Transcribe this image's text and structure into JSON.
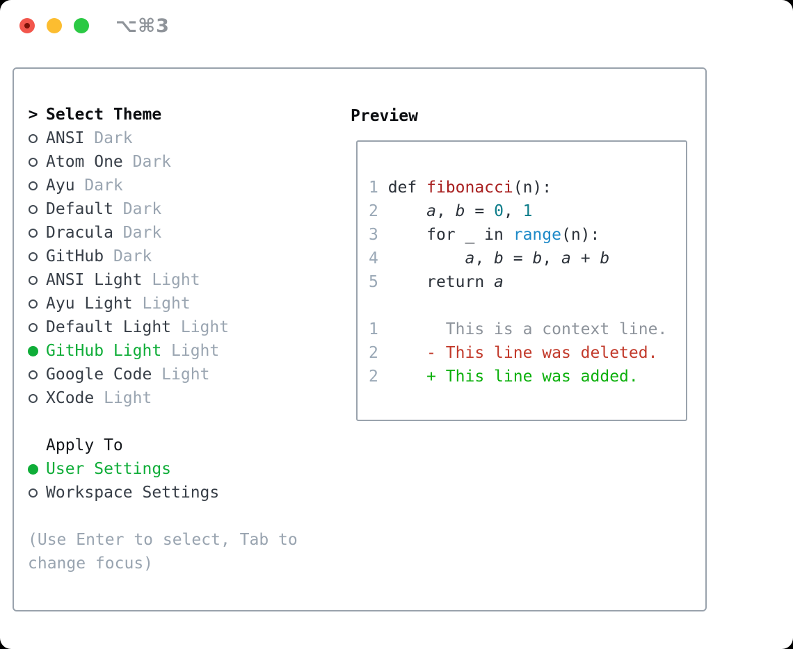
{
  "window": {
    "title_shortcut": "⌥⌘3"
  },
  "traffic_lights": {
    "close_color": "#f2564c",
    "minimize_color": "#fcbd30",
    "zoom_color": "#2bc944"
  },
  "theme_panel": {
    "header": {
      "prompt": ">",
      "label": "Select Theme"
    },
    "themes": [
      {
        "name": "ANSI",
        "variant": "Dark",
        "selected": false
      },
      {
        "name": "Atom One",
        "variant": "Dark",
        "selected": false
      },
      {
        "name": "Ayu",
        "variant": "Dark",
        "selected": false
      },
      {
        "name": "Default",
        "variant": "Dark",
        "selected": false
      },
      {
        "name": "Dracula",
        "variant": "Dark",
        "selected": false
      },
      {
        "name": "GitHub",
        "variant": "Dark",
        "selected": false
      },
      {
        "name": "ANSI Light",
        "variant": "Light",
        "selected": false
      },
      {
        "name": "Ayu Light",
        "variant": "Light",
        "selected": false
      },
      {
        "name": "Default Light",
        "variant": "Light",
        "selected": false
      },
      {
        "name": "GitHub Light",
        "variant": "Light",
        "selected": true
      },
      {
        "name": "Google Code",
        "variant": "Light",
        "selected": false
      },
      {
        "name": "XCode",
        "variant": "Light",
        "selected": false
      }
    ],
    "apply_to": {
      "label": "Apply To",
      "options": [
        {
          "name": "User Settings",
          "selected": true
        },
        {
          "name": "Workspace Settings",
          "selected": false
        }
      ]
    },
    "hint": "(Use Enter to select, Tab to change focus)"
  },
  "preview": {
    "label": "Preview",
    "code_lines": [
      {
        "num": "1",
        "segments": [
          {
            "t": "def ",
            "c": "fg"
          },
          {
            "t": "fibonacci",
            "c": "func"
          },
          {
            "t": "(n):",
            "c": "fg"
          }
        ]
      },
      {
        "num": "2",
        "segments": [
          {
            "t": "    ",
            "c": "fg"
          },
          {
            "t": "a",
            "c": "var"
          },
          {
            "t": ", ",
            "c": "fg"
          },
          {
            "t": "b",
            "c": "var"
          },
          {
            "t": " = ",
            "c": "fg"
          },
          {
            "t": "0",
            "c": "num"
          },
          {
            "t": ", ",
            "c": "fg"
          },
          {
            "t": "1",
            "c": "num"
          }
        ]
      },
      {
        "num": "3",
        "segments": [
          {
            "t": "    for _ in ",
            "c": "fg"
          },
          {
            "t": "range",
            "c": "builtin"
          },
          {
            "t": "(n):",
            "c": "fg"
          }
        ]
      },
      {
        "num": "4",
        "segments": [
          {
            "t": "        ",
            "c": "fg"
          },
          {
            "t": "a",
            "c": "var"
          },
          {
            "t": ", ",
            "c": "fg"
          },
          {
            "t": "b",
            "c": "var"
          },
          {
            "t": " = ",
            "c": "fg"
          },
          {
            "t": "b",
            "c": "var"
          },
          {
            "t": ", ",
            "c": "fg"
          },
          {
            "t": "a",
            "c": "var"
          },
          {
            "t": " + ",
            "c": "fg"
          },
          {
            "t": "b",
            "c": "var"
          }
        ]
      },
      {
        "num": "5",
        "segments": [
          {
            "t": "    return ",
            "c": "fg"
          },
          {
            "t": "a",
            "c": "var"
          }
        ]
      },
      {
        "num": "",
        "segments": []
      },
      {
        "num": "1",
        "segments": [
          {
            "t": "      This is a context line.",
            "c": "ctx"
          }
        ]
      },
      {
        "num": "2",
        "segments": [
          {
            "t": "    - This line was deleted.",
            "c": "del"
          }
        ]
      },
      {
        "num": "2",
        "segments": [
          {
            "t": "    + This line was added.",
            "c": "add"
          }
        ]
      }
    ]
  },
  "colors": {
    "selection_green": "#0fad38",
    "diff_added_green": "#0cb00c",
    "diff_deleted_red": "#c23a2b",
    "context_gray": "#8d939b",
    "function_red": "#a81f1f",
    "number_teal": "#0d7d8a",
    "builtin_blue": "#1e8ac8",
    "muted_gray": "#9aa5b1",
    "panel_border": "#99a2ac",
    "line_number_gray": "#9aa8b6"
  }
}
